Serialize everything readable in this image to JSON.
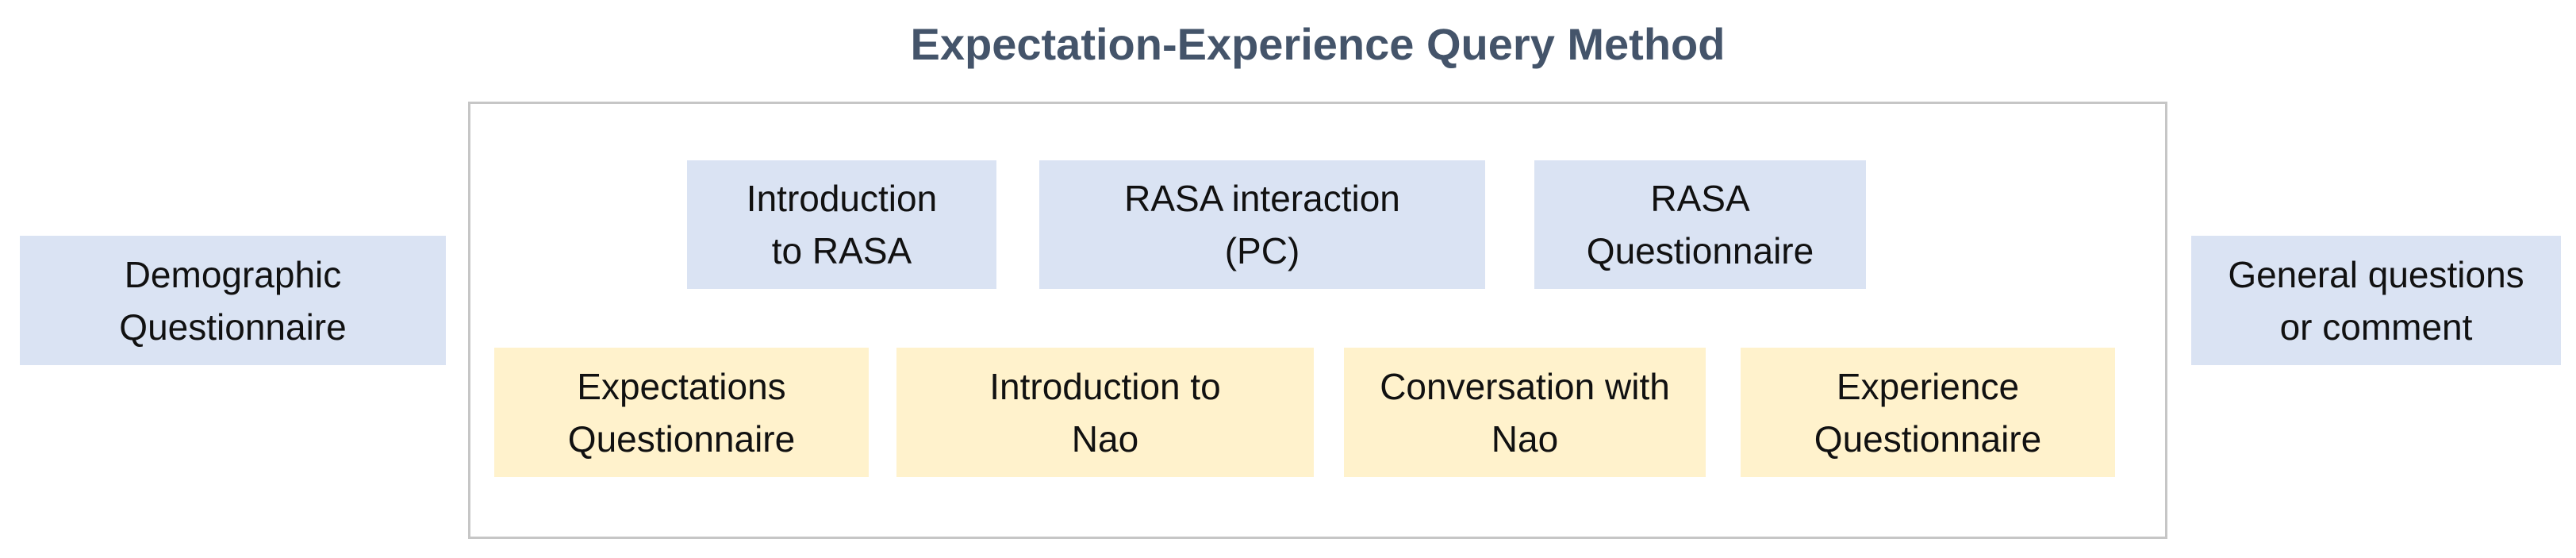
{
  "title": "Expectation-Experience Query Method",
  "colors": {
    "title_text": "#44546A",
    "blue_fill": "#DAE3F3",
    "yellow_fill": "#FFF2CC",
    "box_text": "#111111",
    "container_border": "#C6C6C6"
  },
  "stages": {
    "pre": {
      "label": "Demographic\nQuestionnaire"
    },
    "post": {
      "label": "General questions\nor comment"
    },
    "rasa_track": [
      {
        "label": "Introduction\nto RASA"
      },
      {
        "label": "RASA interaction\n(PC)"
      },
      {
        "label": "RASA\nQuestionnaire"
      }
    ],
    "nao_track": [
      {
        "label": "Expectations\nQuestionnaire"
      },
      {
        "label": "Introduction to\nNao"
      },
      {
        "label": "Conversation with\nNao"
      },
      {
        "label": "Experience\nQuestionnaire"
      }
    ]
  }
}
